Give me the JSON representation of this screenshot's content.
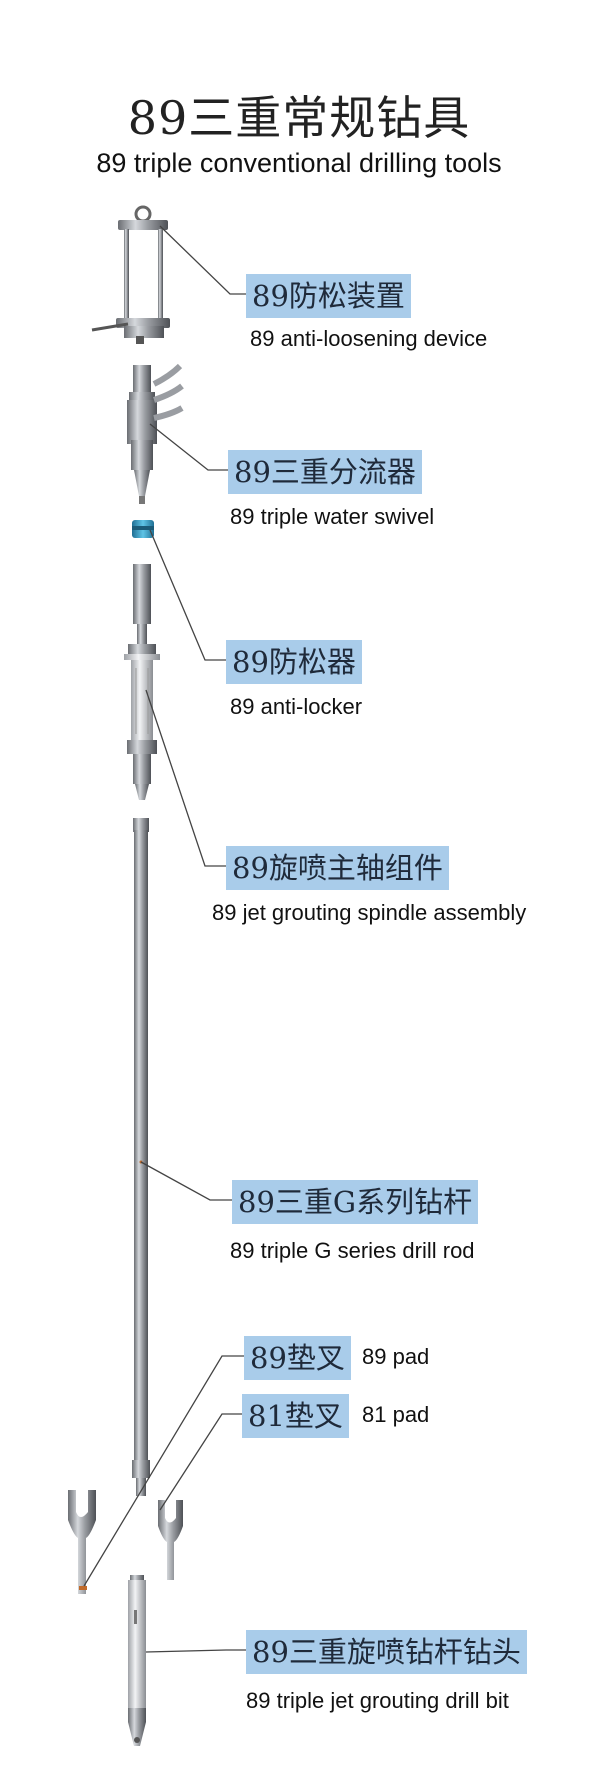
{
  "title": {
    "cn": "89三重常规钻具",
    "en": "89 triple conventional drilling tools"
  },
  "parts": [
    {
      "id": "anti-loosening-device",
      "cn": "89防松装置",
      "en": "89 anti-loosening device"
    },
    {
      "id": "water-swivel",
      "cn": "89三重分流器",
      "en": "89 triple water swivel"
    },
    {
      "id": "anti-locker",
      "cn": "89防松器",
      "en": "89 anti-locker"
    },
    {
      "id": "spindle-assembly",
      "cn": "89旋喷主轴组件",
      "en": "89 jet grouting spindle assembly"
    },
    {
      "id": "drill-rod",
      "cn": "89三重G系列钻杆",
      "en": "89 triple G series drill rod"
    },
    {
      "id": "pad-89",
      "cn": "89垫叉",
      "en": "89 pad"
    },
    {
      "id": "pad-81",
      "cn": "81垫叉",
      "en": "81 pad"
    },
    {
      "id": "drill-bit",
      "cn": "89三重旋喷钻杆钻头",
      "en": "89 triple jet grouting drill bit"
    }
  ],
  "colors": {
    "label_highlight": "#a9ccea",
    "leader_line": "#444444",
    "steel_dark": "#5e6166",
    "steel_light": "#c8cbd0",
    "swivel_accent": "#3aa0c8"
  }
}
